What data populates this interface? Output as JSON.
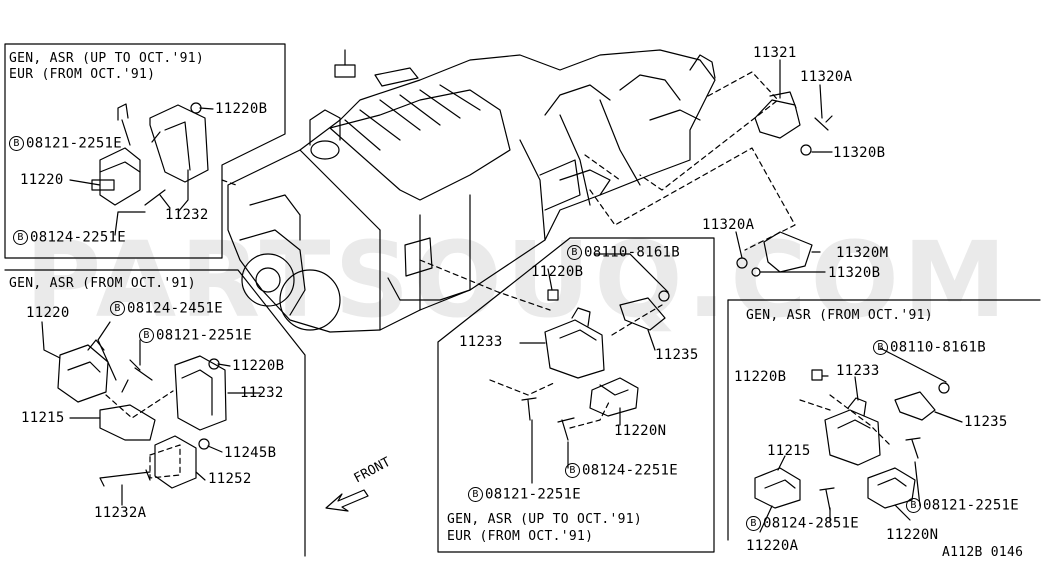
{
  "watermark": "PARTSOUQ.COM",
  "trailer_code": "A112B 0146",
  "bolt_symbol": "B",
  "panel_top_left": {
    "caption_line1": "GEN, ASR (UP TO OCT.'91)",
    "caption_line2": "EUR (FROM OCT.'91)",
    "labels": {
      "p11220b": "11220B",
      "b08121": "08121-2251E",
      "p11220": "11220",
      "p11232": "11232",
      "b08124": "08124-2251E"
    }
  },
  "panel_top_right": {
    "labels": {
      "p11321": "11321",
      "p11320a": "11320A",
      "p11320b": "11320B",
      "p11320a_2": "11320A",
      "p11320m": "11320M",
      "p11320b_2": "11320B"
    }
  },
  "panel_left": {
    "caption": "GEN, ASR (FROM OCT.'91)",
    "labels": {
      "p11220": "11220",
      "b08124": "08124-2451E",
      "b08121": "08121-2251E",
      "p11220b": "11220B",
      "p11232": "11232",
      "p11215": "11215",
      "p11245b": "11245B",
      "p11252": "11252",
      "p11232a": "11232A"
    },
    "front": "FRONT"
  },
  "panel_center": {
    "caption_line1": "GEN, ASR (UP TO OCT.'91)",
    "caption_line2": "EUR (FROM OCT.'91)",
    "labels": {
      "b08110": "08110-8161B",
      "p11220b": "11220B",
      "p11233": "11233",
      "p11235": "11235",
      "p11220n": "11220N",
      "b08124": "08124-2251E",
      "b08121": "08121-2251E"
    }
  },
  "panel_right": {
    "caption": "GEN, ASR (FROM OCT.'91)",
    "labels": {
      "b08110": "08110-8161B",
      "p11220b": "11220B",
      "p11233": "11233",
      "p11235": "11235",
      "p11215": "11215",
      "b08121": "08121-2251E",
      "b08124": "08124-2851E",
      "p11220n": "11220N",
      "p11220a": "11220A"
    }
  }
}
